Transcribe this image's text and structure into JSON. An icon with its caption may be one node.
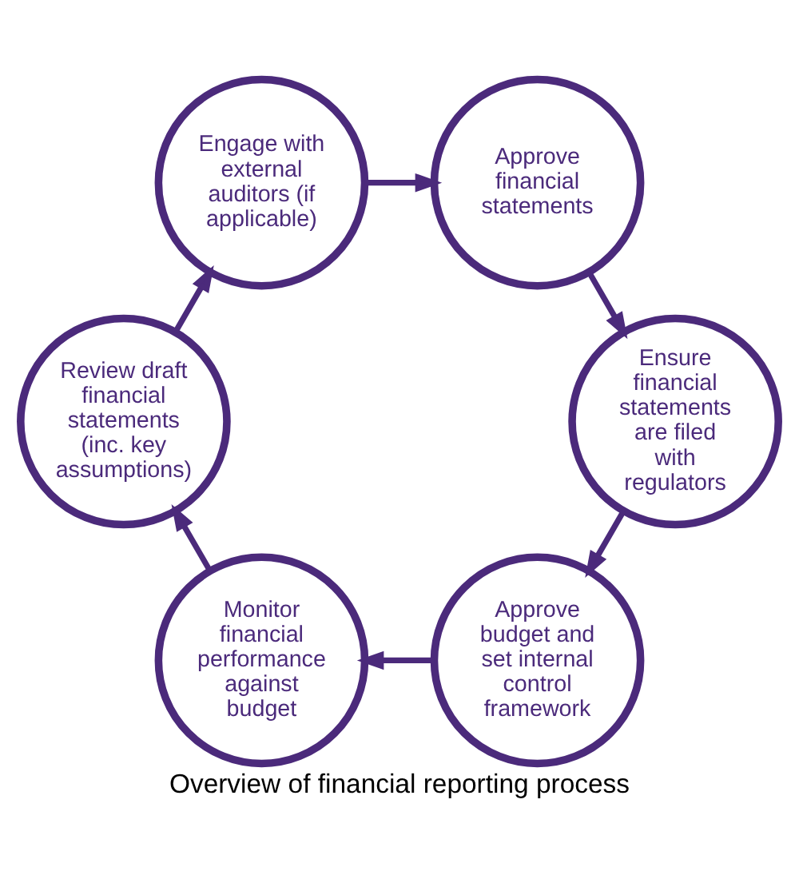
{
  "diagram": {
    "title": "Overview of financial reporting process",
    "nodes": [
      {
        "text": [
          "Approve budget and set internal control framework"
        ]
      },
      {
        "text": [
          "Ensure financial statements are filed with regulators"
        ]
      },
      {
        "text": [
          "Monitor financial performance against budget"
        ]
      },
      {
        "text": [
          "Approve financial statements"
        ]
      },
      {
        "text": [
          "Review draft financial statements (inc. key assumptions)"
        ]
      },
      {
        "text": [
          "Engage with external auditors (if applicable)"
        ]
      }
    ],
    "edges": [
      {
        "from": 0,
        "to": 2,
        "arrow": "to"
      },
      {
        "from": 2,
        "to": 4,
        "arrow": "to"
      },
      {
        "from": 4,
        "to": 5,
        "arrow": "to"
      },
      {
        "from": 5,
        "to": 3,
        "arrow": "to"
      },
      {
        "from": 3,
        "to": 1,
        "arrow": "to"
      },
      {
        "from": 1,
        "to": 0,
        "arrow": "to"
      }
    ]
  }
}
